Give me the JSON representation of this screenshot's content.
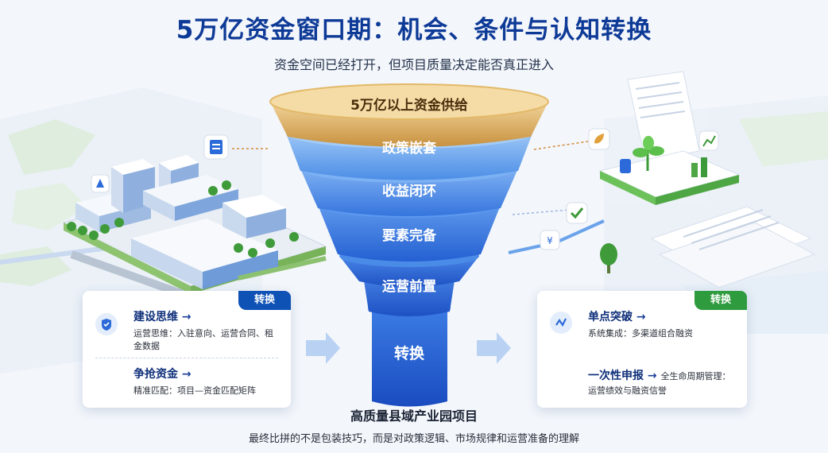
{
  "header": {
    "title": "5万亿资金窗口期：机会、条件与认知转换",
    "subtitle": "资金空间已经打开，但项目质量决定能否真正进入"
  },
  "funnel": {
    "layers": [
      {
        "label": "5万亿以上资金供给"
      },
      {
        "label": "政策嵌套"
      },
      {
        "label": "收益闭环"
      },
      {
        "label": "要素完备"
      },
      {
        "label": "运营前置"
      }
    ],
    "spout_label": "转换"
  },
  "left_card": {
    "tag": "转换",
    "item1": {
      "title": "建设思维",
      "arrow": "→",
      "desc": "运营思维：入驻意向、运营合同、租金数据"
    },
    "item2": {
      "title": "争抢资金",
      "arrow": "→",
      "desc": "精准匹配：项目—资金匹配矩阵"
    }
  },
  "right_card": {
    "tag": "转换",
    "item1": {
      "title": "单点突破",
      "arrow": "→",
      "desc": "系统集成：多渠道组合融资"
    },
    "item2": {
      "title": "一次性申报",
      "arrow": "→",
      "desc_inline": "全生命周期管理：",
      "desc": "运营绩效与融资信誉"
    }
  },
  "footer": {
    "project": "高质量县域产业园项目",
    "note": "最终比拼的不是包装技巧，而是对政策逻辑、市场规律和运营准备的理解"
  },
  "colors": {
    "title": "#0e3a97",
    "funnel_top": "#d7a95a",
    "funnel_blue": "#2a6fe0",
    "tag_blue": "#0f52b6",
    "tag_green": "#2f9b3f"
  }
}
